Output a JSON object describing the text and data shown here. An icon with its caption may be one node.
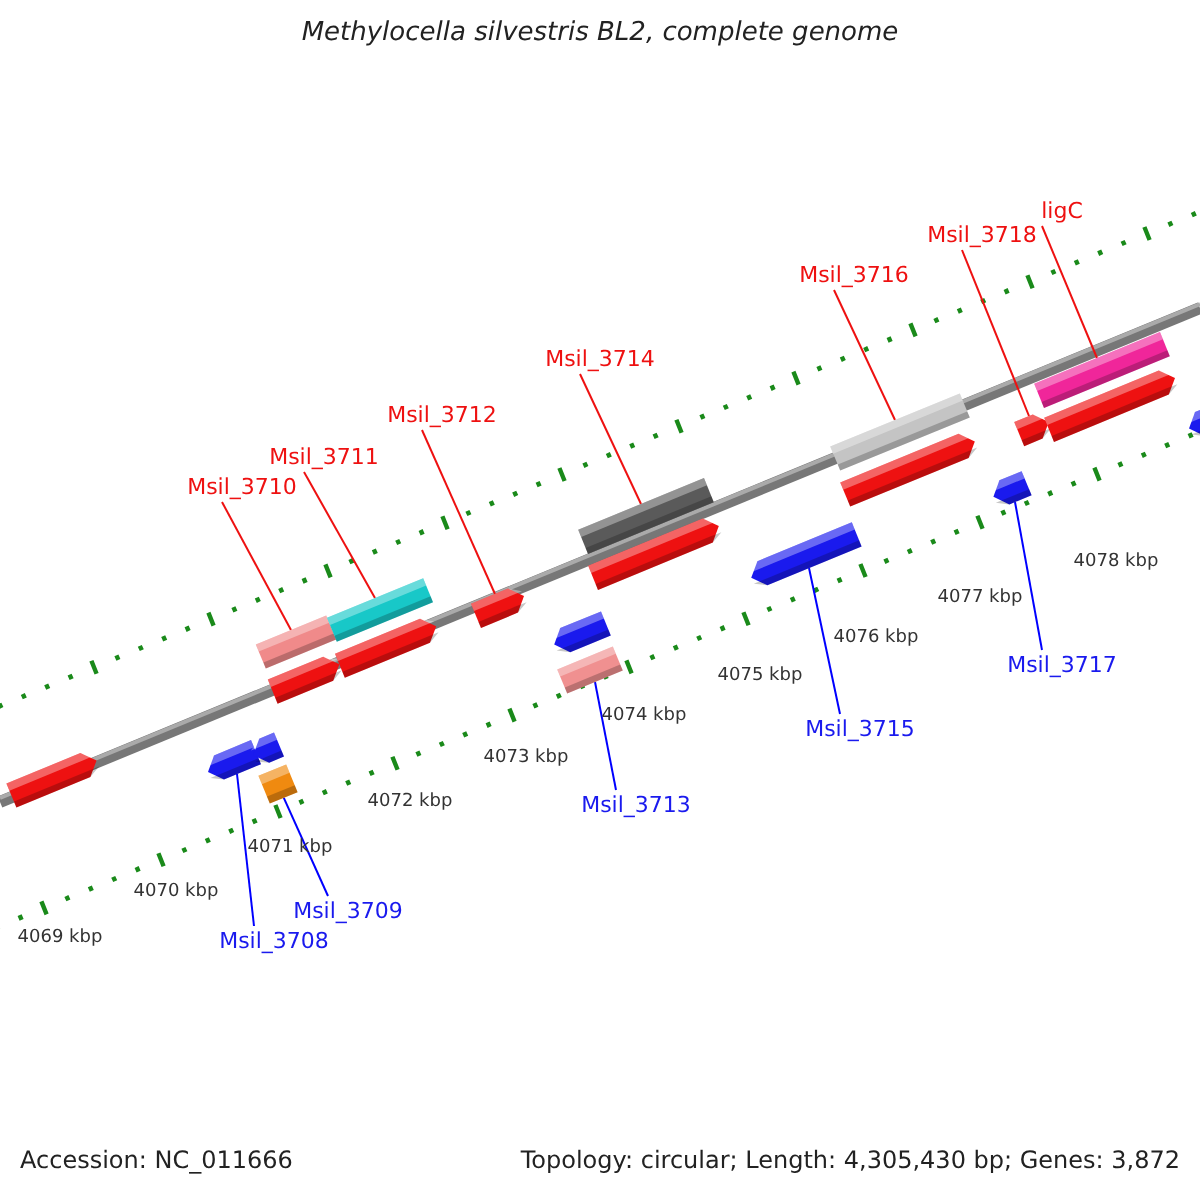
{
  "diagram": {
    "title": "Methylocella silvestris BL2, complete genome",
    "nodes": [
      {
        "text": [
          "Msil_3710"
        ]
      },
      {
        "text": [
          "Msil_3711"
        ]
      },
      {
        "text": [
          "Msil_3712"
        ]
      },
      {
        "text": [
          "Msil_3714"
        ]
      },
      {
        "text": [
          "Msil_3716"
        ]
      },
      {
        "text": [
          "Msil_3718"
        ]
      },
      {
        "text": [
          "ligC"
        ]
      },
      {
        "text": [
          "Msil_3708"
        ]
      },
      {
        "text": [
          "Msil_3709"
        ]
      },
      {
        "text": [
          "Msil_3713"
        ]
      },
      {
        "text": [
          "Msil_3715"
        ]
      },
      {
        "text": [
          "Msil_3717"
        ]
      },
      {
        "text": [],
        "shape": "arrow"
      },
      {
        "text": [],
        "shape": "arrow"
      },
      {
        "text": [],
        "shape": "arrow"
      },
      {
        "text": [],
        "shape": "box"
      },
      {
        "text": [],
        "shape": "box"
      },
      {
        "text": [],
        "shape": "arrow"
      },
      {
        "text": [],
        "shape": "box"
      },
      {
        "text": [],
        "shape": "arrow"
      },
      {
        "text": [],
        "shape": "arrow"
      },
      {
        "text": [],
        "shape": "arrow"
      },
      {
        "text": [],
        "shape": "box"
      },
      {
        "text": [],
        "shape": "box"
      },
      {
        "text": [],
        "shape": "arrow"
      },
      {
        "text": [],
        "shape": "arrow"
      },
      {
        "text": [],
        "shape": "box"
      },
      {
        "text": [],
        "shape": "arrow"
      },
      {
        "text": [],
        "shape": "arrow"
      },
      {
        "text": [],
        "shape": "arrow"
      },
      {
        "text": [],
        "shape": "box"
      },
      {
        "text": [],
        "shape": "arrow"
      },
      {
        "text": [],
        "shape": "arrow"
      }
    ],
    "edges": [
      {
        "from": 0,
        "to": 16,
        "arrow": "none"
      },
      {
        "from": 1,
        "to": 18,
        "arrow": "none"
      },
      {
        "from": 2,
        "to": 20,
        "arrow": "none"
      },
      {
        "from": 3,
        "to": 23,
        "arrow": "none"
      },
      {
        "from": 4,
        "to": 26,
        "arrow": "none"
      },
      {
        "from": 5,
        "to": 29,
        "arrow": "none"
      },
      {
        "from": 6,
        "to": 30,
        "arrow": "none"
      },
      {
        "from": 7,
        "to": 13,
        "arrow": "none",
        "color": "#0000ff"
      },
      {
        "from": 8,
        "to": 15,
        "arrow": "none",
        "color": "#0000ff"
      },
      {
        "from": 9,
        "to": 22,
        "arrow": "none",
        "color": "#0000ff"
      },
      {
        "from": 10,
        "to": 25,
        "arrow": "none",
        "color": "#0000ff"
      },
      {
        "from": 11,
        "to": 28,
        "arrow": "none",
        "color": "#0000ff"
      }
    ],
    "labels": [
      "4069 kbp",
      "4070 kbp",
      "4071 kbp",
      "4072 kbp",
      "4073 kbp",
      "4074 kbp",
      "4075 kbp",
      "4076 kbp",
      "4077 kbp",
      "4078 kbp",
      "Accession: NC_011666",
      "Topology: circular; Length: 4,305,430 bp; Genes: 3,872"
    ]
  }
}
